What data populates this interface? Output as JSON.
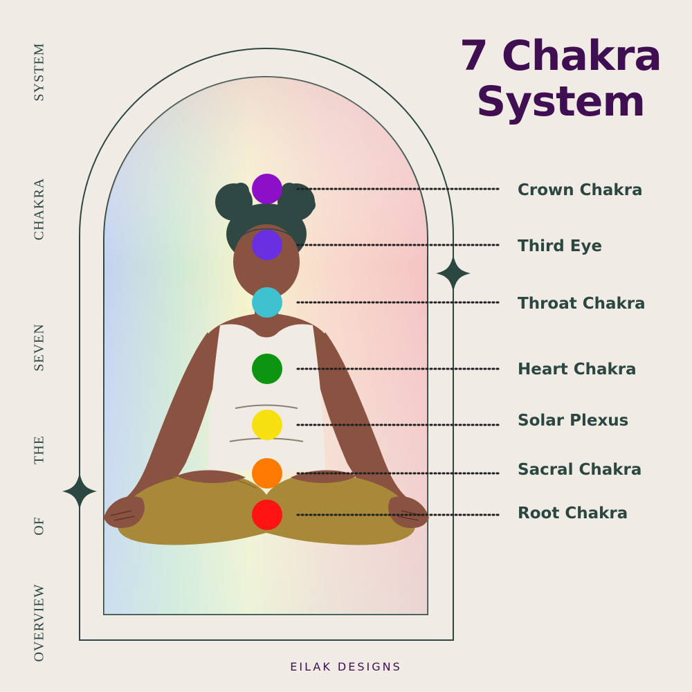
{
  "title": {
    "line1": "7 Chakra",
    "line2": "System"
  },
  "side_words": [
    "SYSTEM",
    "CHAKRA",
    "SEVEN",
    "THE",
    "OF",
    "OVERVIEW"
  ],
  "chakras": [
    {
      "name": "Crown Chakra",
      "color": "#8c10c8"
    },
    {
      "name": "Third Eye",
      "color": "#6a2fe0"
    },
    {
      "name": "Throat Chakra",
      "color": "#3fc1cf"
    },
    {
      "name": "Heart Chakra",
      "color": "#0d9410"
    },
    {
      "name": "Solar Plexus",
      "color": "#f7e010"
    },
    {
      "name": "Sacral Chakra",
      "color": "#ff7a00"
    },
    {
      "name": "Root Chakra",
      "color": "#ff1414"
    }
  ],
  "footer": "EILAK DESIGNS",
  "colors": {
    "background": "#f0ebe5",
    "outline": "#2c4741",
    "title": "#3f0f52",
    "skin": "#8a5240",
    "hair": "#304844",
    "top": "#f0ebe5",
    "pants": "#a8893a"
  }
}
